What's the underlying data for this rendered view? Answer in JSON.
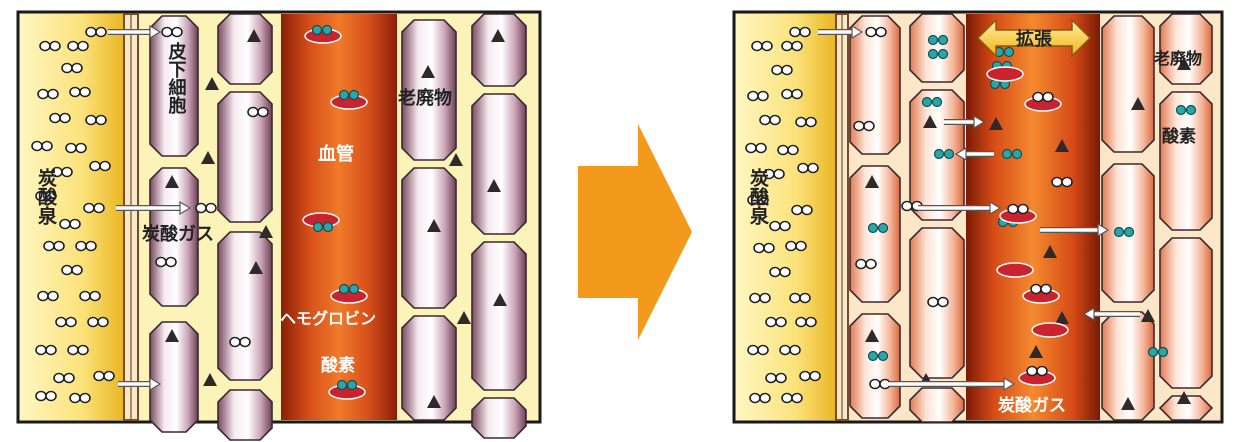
{
  "before": {
    "labels": {
      "carbonated_spring": "炭酸泉",
      "subcutaneous_cells": "皮下細胞",
      "blood_vessel": "血管",
      "waste": "老廃物",
      "co2_gas": "炭酸ガス",
      "hemoglobin": "ヘモグロビン",
      "oxygen": "酸素"
    }
  },
  "after": {
    "labels": {
      "carbonated_spring": "炭酸泉",
      "dilation": "拡張",
      "waste": "老廃物",
      "oxygen": "酸素",
      "co2_gas": "炭酸ガス"
    }
  },
  "colors": {
    "spring_yellow": "#f6d55a",
    "cell_mauve": "#9c6b80",
    "cell_peach": "#f2a07a",
    "vessel_red": "#c23a10",
    "vessel_orange": "#f07828",
    "hemoglobin_red": "#c8232e",
    "oxygen_teal": "#2aa6a8",
    "arrow_orange": "#f39a1c",
    "frame": "#1a1a1a"
  }
}
